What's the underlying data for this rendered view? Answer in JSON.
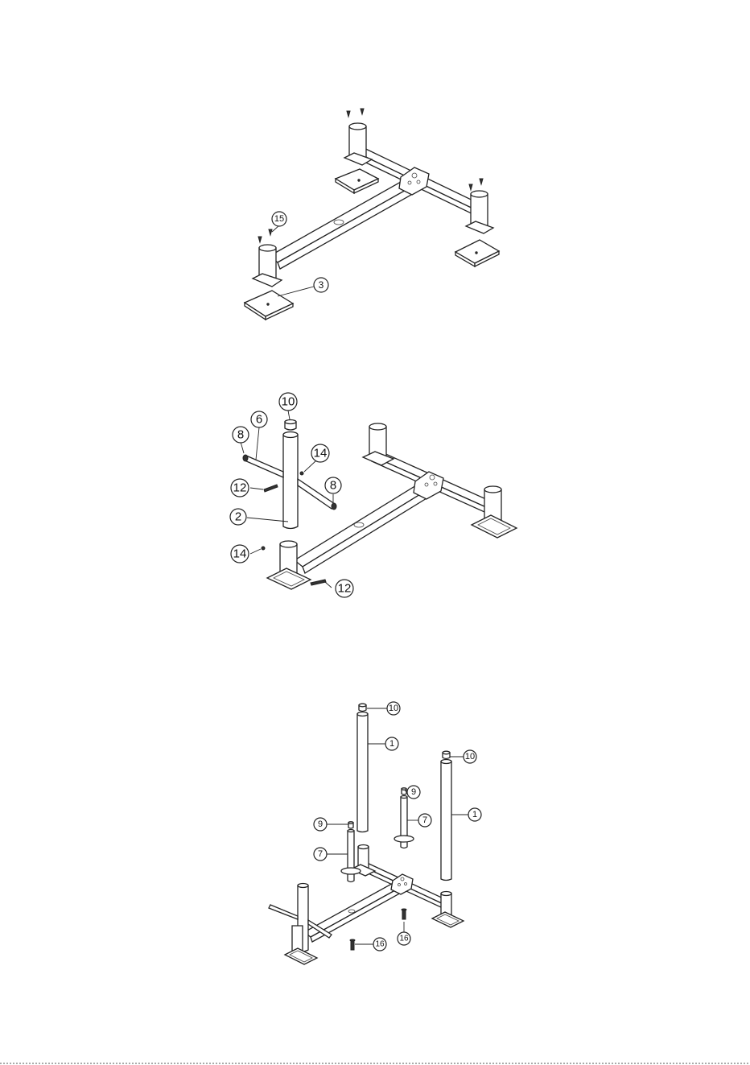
{
  "diagram": {
    "step1": {
      "callouts": [
        "15",
        "3"
      ]
    },
    "step2": {
      "callouts": [
        "10",
        "6",
        "8",
        "14",
        "12",
        "8",
        "2",
        "14",
        "12"
      ]
    },
    "step3": {
      "callouts": [
        "10",
        "1",
        "10",
        "9",
        "7",
        "1",
        "9",
        "7",
        "16",
        "16"
      ]
    }
  }
}
